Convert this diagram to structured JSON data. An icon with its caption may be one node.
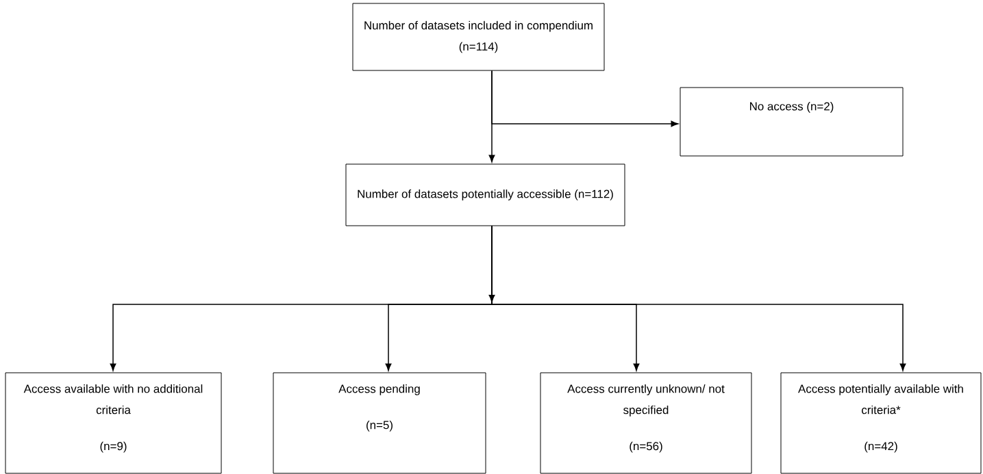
{
  "diagram": {
    "nodes": [
      {
        "text": [
          "Number of datasets included in compendium (n=114)"
        ]
      },
      {
        "text": [
          "No access (n=2)"
        ]
      },
      {
        "text": [
          "Number of datasets potentially accessible (n=112)"
        ]
      },
      {
        "text": [
          "Access available with no additional criteria",
          "(n=9)"
        ]
      },
      {
        "text": [
          "Access pending",
          "(n=5)"
        ]
      },
      {
        "text": [
          "Access currently unknown/ not specified",
          "(n=56)"
        ]
      },
      {
        "text": [
          "Access potentially available with criteria*",
          "(n=42)"
        ]
      }
    ],
    "edges": [
      {
        "from": 0,
        "to": 2,
        "arrow": "to"
      },
      {
        "from": 0,
        "to": 1,
        "arrow": "to"
      },
      {
        "from": 2,
        "to": 3,
        "arrow": "to"
      },
      {
        "from": 2,
        "to": 4,
        "arrow": "to"
      },
      {
        "from": 2,
        "to": 5,
        "arrow": "to"
      },
      {
        "from": 2,
        "to": 6,
        "arrow": "to"
      }
    ]
  }
}
